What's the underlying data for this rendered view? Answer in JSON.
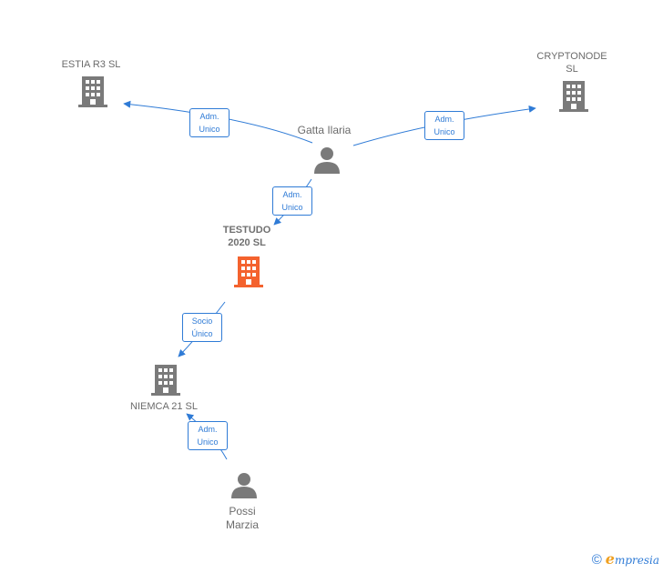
{
  "nodes": {
    "estia": {
      "name_line1": "ESTIA R3  SL",
      "name_line2": ""
    },
    "cryptonode": {
      "name_line1": "CRYPTONODE",
      "name_line2": "SL"
    },
    "gatta": {
      "name_line1": "Gatta Ilaria",
      "name_line2": ""
    },
    "testudo": {
      "name_line1": "TESTUDO",
      "name_line2": "2020  SL"
    },
    "niemca": {
      "name_line1": "NIEMCA 21  SL",
      "name_line2": ""
    },
    "possi": {
      "name_line1": "Possi",
      "name_line2": "Marzia"
    }
  },
  "edges": {
    "gatta_estia": {
      "line1": "Adm.",
      "line2": "Unico"
    },
    "gatta_cryptonode": {
      "line1": "Adm.",
      "line2": "Unico"
    },
    "gatta_testudo": {
      "line1": "Adm.",
      "line2": "Unico"
    },
    "testudo_niemca": {
      "line1": "Socio",
      "line2": "Único"
    },
    "possi_niemca": {
      "line1": "Adm.",
      "line2": "Unico"
    }
  },
  "colors": {
    "company": "#7a7a7a",
    "focus_company": "#f4622e",
    "person": "#7a7a7a",
    "edge": "#2f7bd6"
  },
  "footer": {
    "copyright": "©",
    "brand_initial": "e",
    "brand_rest": "mpresia"
  }
}
